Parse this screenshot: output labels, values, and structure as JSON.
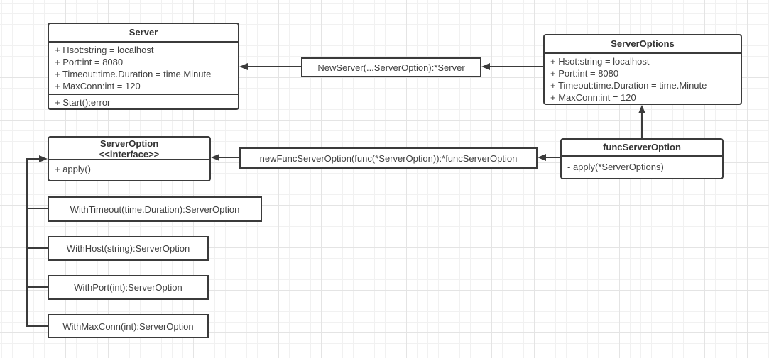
{
  "classes": {
    "server": {
      "title": "Server",
      "attributes": [
        "+ Hsot:string = localhost",
        "+ Port:int = 8080",
        "+ Timeout:time.Duration = time.Minute",
        "+ MaxConn:int = 120"
      ],
      "methods": [
        "+ Start():error"
      ]
    },
    "serverOptions": {
      "title": "ServerOptions",
      "attributes": [
        "+ Hsot:string = localhost",
        "+ Port:int = 8080",
        "+ Timeout:time.Duration = time.Minute",
        "+ MaxConn:int = 120"
      ]
    },
    "serverOption": {
      "title": "ServerOption",
      "stereotype": "<<interface>>",
      "methods": [
        "+ apply()"
      ]
    },
    "funcServerOption": {
      "title": "funcServerOption",
      "methods": [
        "- apply(*ServerOptions)"
      ]
    }
  },
  "functions": {
    "newServer": {
      "label": "NewServer(...ServerOption):*Server"
    },
    "newFuncServerOption": {
      "label": "newFuncServerOption(func(*ServerOption)):*funcServerOption"
    },
    "withTimeout": {
      "label": "WithTimeout(time.Duration):ServerOption"
    },
    "withHost": {
      "label": "WithHost(string):ServerOption"
    },
    "withPort": {
      "label": "WithPort(int):ServerOption"
    },
    "withMaxConn": {
      "label": "WithMaxConn(int):ServerOption"
    }
  },
  "edges": [
    {
      "from": "NewServer",
      "to": "Server",
      "style": "filled-arrow"
    },
    {
      "from": "ServerOptions",
      "to": "NewServer",
      "style": "filled-arrow"
    },
    {
      "from": "funcServerOption",
      "to": "ServerOptions",
      "style": "filled-arrow"
    },
    {
      "from": "funcServerOption",
      "to": "newFuncServerOption",
      "style": "filled-arrow"
    },
    {
      "from": "newFuncServerOption",
      "to": "ServerOption",
      "style": "filled-arrow"
    },
    {
      "from": "WithTimeout/WithHost/WithPort/WithMaxConn",
      "to": "ServerOption",
      "style": "filled-arrow"
    }
  ],
  "colors": {
    "border": "#3b3b3b",
    "text": "#404040",
    "boxFill": "#ffffff",
    "gridMinor": "#f1f1f1",
    "gridMajor": "#e4e4e4",
    "canvas": "#ffffff"
  }
}
